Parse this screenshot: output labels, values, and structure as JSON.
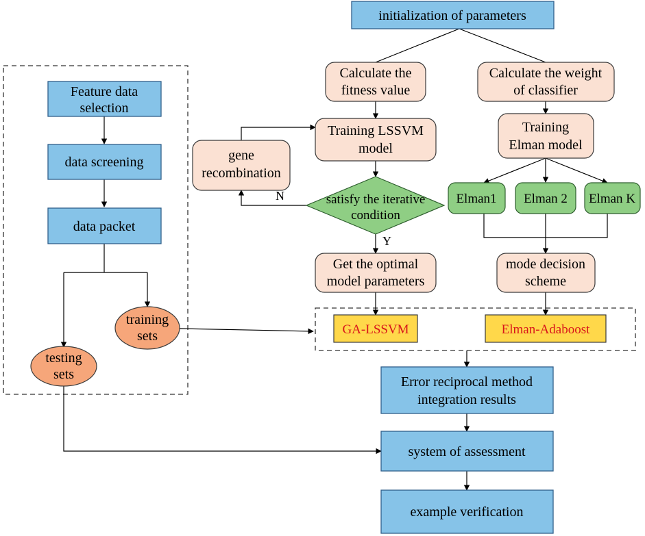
{
  "colors": {
    "blue_fill": "#86c3e8",
    "blue_stroke": "#2f5f8a",
    "peach_fill": "#fbe1d3",
    "peach_stroke": "#3a3a3a",
    "green_fill": "#8fce84",
    "green_stroke": "#2f5f2f",
    "orange_fill": "#f6a67a",
    "yellow_fill": "#ffd84a",
    "red_text": "#d9161b",
    "line": "#000000"
  },
  "nodes": {
    "init": "initialization of parameters",
    "fitness": [
      "Calculate the",
      "fitness value"
    ],
    "weight": [
      "Calculate the weight",
      "of classifier"
    ],
    "train_lssvm": [
      "Training LSSVM",
      "model"
    ],
    "train_elman": [
      "Training",
      "Elman model"
    ],
    "gene": [
      "gene",
      "recombination"
    ],
    "satisfy": [
      "satisfy the iterative",
      "condition"
    ],
    "elman1": "Elman1",
    "elman2": "Elman 2",
    "elmank": "Elman K",
    "optimal": [
      "Get the optimal",
      "model parameters"
    ],
    "mode": [
      "mode decision",
      "scheme"
    ],
    "ga_lssvm": "GA-LSSVM",
    "elman_adaboost": "Elman-Adaboost",
    "feature": [
      "Feature data",
      "selection"
    ],
    "screening": "data screening",
    "packet": "data packet",
    "training_sets": [
      "training",
      "sets"
    ],
    "testing_sets": [
      "testing",
      "sets"
    ],
    "error": [
      "Error reciprocal method",
      "integration results"
    ],
    "assessment": "system of assessment",
    "example": "example verification"
  },
  "edge_labels": {
    "no": "N",
    "yes": "Y"
  }
}
